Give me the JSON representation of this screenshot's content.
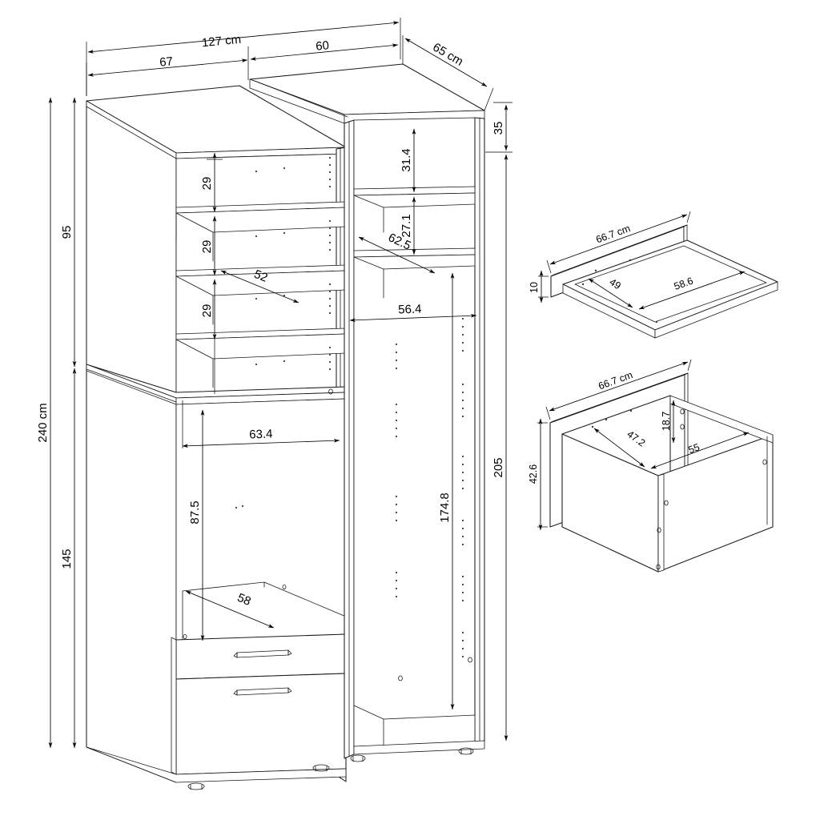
{
  "drawing": {
    "title": "Wardrobe / cabinet assembly dimension drawing",
    "units": "cm",
    "line_color": "#1a1a1a",
    "background": "#ffffff"
  },
  "main_unit": {
    "name": "two-column wardrobe unit",
    "dimensions": {
      "overall_width": "127 cm",
      "left_column_width": "67",
      "right_column_width": "60",
      "depth": "65 cm",
      "overall_height": "240 cm",
      "upper_left_section_height": "95",
      "lower_left_section_height": "145",
      "right_top_section_height": "35",
      "right_main_section_height": "205"
    },
    "left_column": {
      "shelf_gap_1": "29",
      "shelf_gap_2": "29",
      "shelf_gap_3": "29",
      "shelf_depth": "52",
      "lower_opening_width": "63.4",
      "lower_opening_height": "87.5",
      "lower_shelf_depth": "58"
    },
    "right_column": {
      "top_compartment_height": "31.4",
      "second_compartment_height": "27.1",
      "shelf_depth": "62.5",
      "interior_width": "56.4",
      "hanging_height": "174.8"
    }
  },
  "detail_shelf": {
    "name": "pull-out shelf detail",
    "width": "66.7 cm",
    "thickness": "10",
    "inner_depth": "49",
    "inner_width": "58.6"
  },
  "detail_drawer": {
    "name": "drawer box detail",
    "width": "66.7 cm",
    "height": "42.6",
    "side_height": "18.7",
    "inner_depth": "47.2",
    "inner_width": "55"
  }
}
